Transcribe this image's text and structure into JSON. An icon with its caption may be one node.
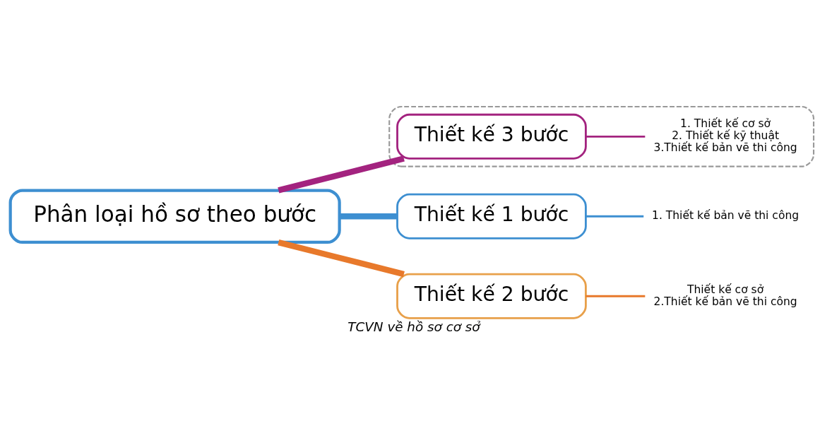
{
  "diagram": {
    "caption": "TCVN về hồ sơ cơ sở",
    "nodes": [
      {
        "text": [
          "Phân loại hồ sơ theo bước"
        ]
      },
      {
        "text": [
          "Thiết kế 1 bước"
        ]
      },
      {
        "text": [
          "1. Thiết kế bản vẽ thi công"
        ]
      },
      {
        "text": [
          "Thiết kế 2 bước"
        ]
      },
      {
        "text": [
          "Thiết kế cơ sở",
          "2.Thiết kế bản vẽ thi công"
        ]
      },
      {
        "text": [],
        "shape": "box"
      },
      {
        "text": [
          "Thiết kế 3 bước"
        ],
        "in": 5
      },
      {
        "text": [
          "1. Thiết kế cơ sở",
          "2. Thiết kế kỹ thuật",
          "3.Thiết kế bản vẽ thi công"
        ],
        "in": 5
      }
    ],
    "edges": [
      {
        "from": 0,
        "to": 1,
        "arrow": "none",
        "style": "thick",
        "color": "#3d8fd1"
      },
      {
        "from": 1,
        "to": 2,
        "arrow": "none",
        "color": "#3d8fd1"
      },
      {
        "from": 0,
        "to": 3,
        "arrow": "none",
        "style": "thick",
        "color": "#e8792b"
      },
      {
        "from": 3,
        "to": 4,
        "arrow": "none",
        "color": "#e8792b"
      },
      {
        "from": 0,
        "to": 6,
        "arrow": "none",
        "style": "thick",
        "color": "#a3237f"
      },
      {
        "from": 6,
        "to": 7,
        "arrow": "none",
        "color": "#a3237f"
      }
    ]
  }
}
